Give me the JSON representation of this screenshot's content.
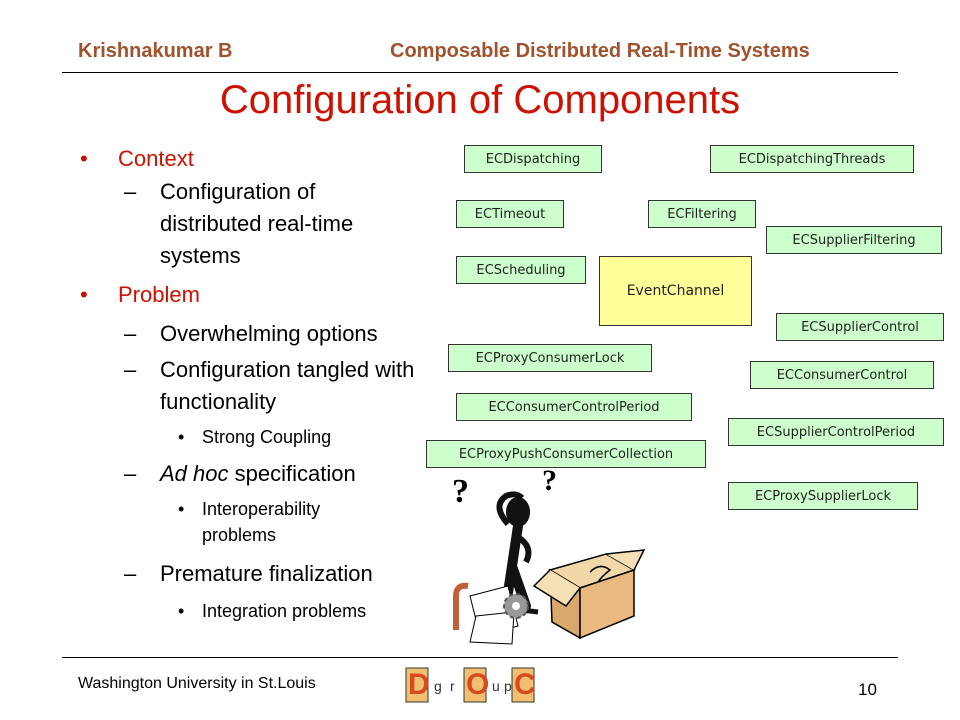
{
  "header": {
    "author": "Krishnakumar B",
    "course": "Composable Distributed Real-Time Systems"
  },
  "slide": {
    "title": "Configuration of Components",
    "bullets": {
      "context": "Context",
      "context_sub1": "Configuration of distributed real-time systems",
      "problem": "Problem",
      "problem_sub1": "Overwhelming options",
      "problem_sub2": "Configuration tangled with functionality",
      "problem_sub2_sub1": "Strong Coupling",
      "problem_sub3_italic": "Ad hoc",
      "problem_sub3_rest": " specification",
      "problem_sub3_sub1": "Interoperability problems",
      "problem_sub4": "Premature finalization",
      "problem_sub4_sub1": "Integration problems"
    }
  },
  "diagram": {
    "center": "EventChannel",
    "components": [
      "ECDispatching",
      "ECDispatchingThreads",
      "ECTimeout",
      "ECFiltering",
      "ECSupplierFiltering",
      "ECScheduling",
      "ECSupplierControl",
      "ECProxyConsumerLock",
      "ECConsumerControl",
      "ECConsumerControlPeriod",
      "ECSupplierControlPeriod",
      "ECProxyPushConsumerCollection",
      "ECProxySupplierLock"
    ]
  },
  "footer": {
    "institution": "Washington University in St.Louis",
    "page_number": "10",
    "logo_letters": [
      "D",
      "g",
      "r",
      "O",
      "u",
      "p",
      "C"
    ]
  },
  "colors": {
    "header_text": "#a0522d",
    "title_red": "#cc1100",
    "component_fill": "#ccffcc",
    "event_channel_fill": "#ffff99"
  }
}
